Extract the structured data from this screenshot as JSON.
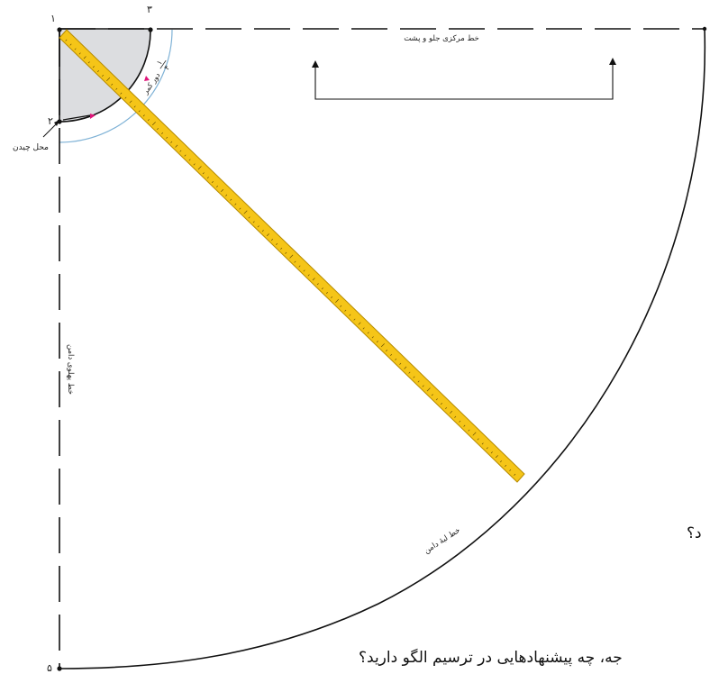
{
  "points": {
    "p1": "۱",
    "p2": "۲",
    "p3": "۳",
    "p5": "۵"
  },
  "labels": {
    "center_front_back_line": "خط مرکزی جلو و پشت",
    "side_hem_line": "خط پهلوی دامن",
    "hem_line": "خط لبهٔ دامن",
    "fold_place": "محل چیدن",
    "waist_fraction_num": "۱",
    "waist_fraction_den": "۴",
    "waist_label": "دور کمر"
  },
  "text_fragments": {
    "fragment_a": "د؟",
    "fragment_b": "جه، چه پیشنهادهایی در ترسیم الگو دارید؟"
  },
  "colors": {
    "ruler": "#f5c518",
    "ruler_edge": "#b58a00",
    "waist_fill": "#dcdde0",
    "arc_blue": "#7fb2d6",
    "arrow_magenta": "#e0157a",
    "line": "#111111"
  }
}
